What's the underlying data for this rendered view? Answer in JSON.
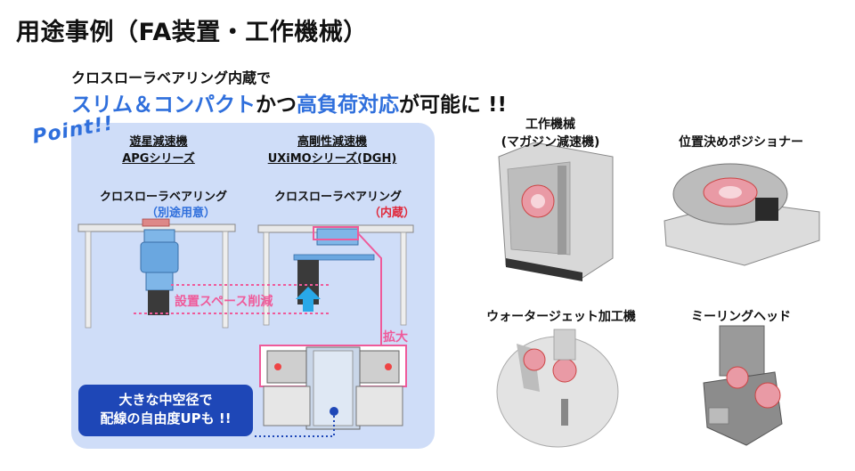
{
  "title": "用途事例（FA装置・工作機械）",
  "subtitle": {
    "line1": "クロスローラベアリング内蔵で",
    "highlight1": "スリム＆コンパクト",
    "mid": "かつ",
    "highlight2": "高負荷対応",
    "tail": "が可能に !!"
  },
  "point_badge": "Point!!",
  "left_column": {
    "line1": "遊星減速機",
    "line2": "APGシリーズ",
    "bearing_label": "クロスローラベアリング",
    "bearing_note": "（別途用意）"
  },
  "right_column": {
    "line1": "高剛性減速機",
    "line2": "UXiMOシリーズ(DGH)",
    "bearing_label": "クロスローラベアリング",
    "bearing_note": "（内蔵）"
  },
  "space_reduction_label": "設置スペース削減",
  "enlarge_label": "拡大",
  "callout": {
    "line1": "大きな中空径で",
    "line2": "配線の自由度UPも !!"
  },
  "applications": [
    {
      "line1": "工作機械",
      "line2": "(マガジン減速機)"
    },
    {
      "line1": "位置決めポジショナー",
      "line2": ""
    },
    {
      "line1": "ウォータージェット加工機",
      "line2": ""
    },
    {
      "line1": "ミーリングヘッド",
      "line2": ""
    }
  ],
  "colors": {
    "accent_blue": "#2f6fdc",
    "panel_bg": "#cfddf8",
    "callout_bg": "#1e47b7",
    "pink": "#ef5a9a",
    "red": "#e0283a"
  }
}
